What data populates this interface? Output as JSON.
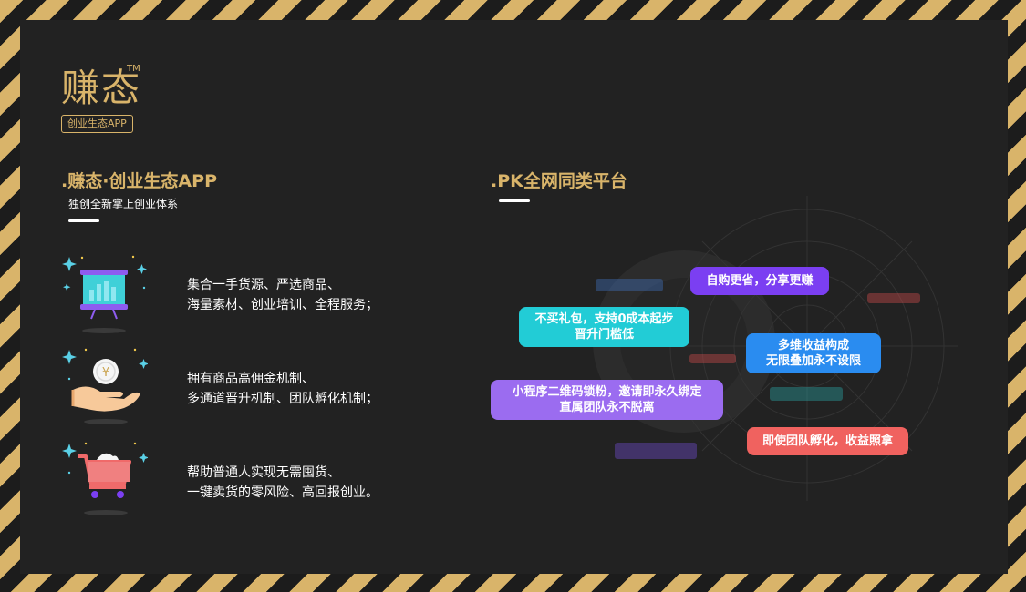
{
  "brand": {
    "name": "赚态",
    "tm": "TM",
    "tagline": "创业生态APP"
  },
  "left_section": {
    "title": ".赚态·创业生态APP",
    "subtitle": "独创全新掌上创业体系"
  },
  "right_section": {
    "title": ".PK全网同类平台"
  },
  "features": [
    {
      "icon": "presentation-board-icon",
      "lines": [
        "集合一手货源、严选商品、",
        "海量素材、创业培训、全程服务；"
      ]
    },
    {
      "icon": "yuan-coin-hand-icon",
      "lines": [
        "拥有商品高佣金机制、",
        "多通道晋升机制、团队孵化机制；"
      ]
    },
    {
      "icon": "shopping-cart-icon",
      "lines": [
        "帮助普通人实现无需囤货、",
        "一键卖货的零风险、高回报创业。"
      ]
    }
  ],
  "bubbles": [
    {
      "lines": [
        "自购更省，分享更赚"
      ],
      "color": "#7b3ff2"
    },
    {
      "lines": [
        "不买礼包，支持0成本起步",
        "晋升门槛低"
      ],
      "color": "#22ccd6"
    },
    {
      "lines": [
        "多维收益构成",
        "无限叠加永不设限"
      ],
      "color": "#2a8cf0"
    },
    {
      "lines": [
        "小程序二维码锁粉，邀请即永久绑定",
        "直属团队永不脱离"
      ],
      "color": "#9b6cf0"
    },
    {
      "lines": [
        "即使团队孵化，收益照拿"
      ],
      "color": "#f0625f"
    }
  ]
}
